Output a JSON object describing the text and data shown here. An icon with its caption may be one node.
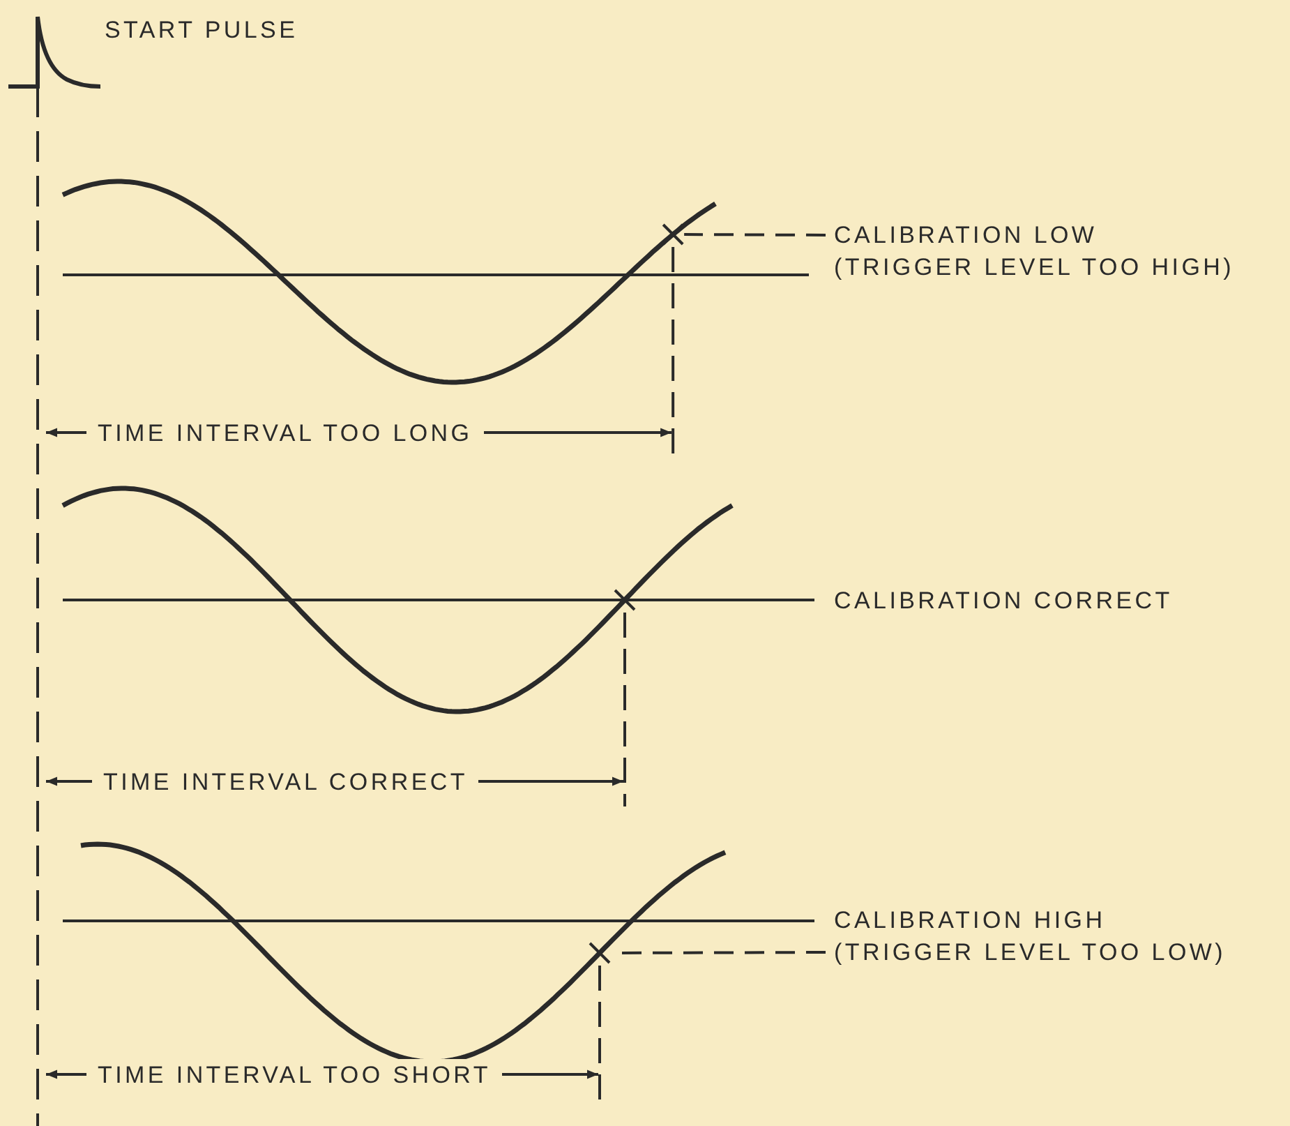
{
  "diagram": {
    "nodes": [
      {
        "text": [],
        "shape": "cross"
      },
      {
        "text": [
          "CALIBRATION LOW",
          "(TRIGGER LEVEL TOO HIGH)"
        ]
      },
      {
        "text": [],
        "shape": "cross"
      },
      {
        "text": [],
        "shape": "cross"
      },
      {
        "text": [
          "CALIBRATION HIGH",
          "(TRIGGER LEVEL TOO LOW)"
        ]
      }
    ],
    "edges": [
      {
        "from": 1,
        "to": 0,
        "arrow": "none",
        "style": "dashed"
      },
      {
        "from": 4,
        "to": 3,
        "arrow": "none",
        "style": "dashed"
      }
    ],
    "labels": [
      "START PULSE",
      "TIME INTERVAL TOO LONG",
      "CALIBRATION CORRECT",
      "TIME INTERVAL CORRECT",
      "TIME INTERVAL TOO SHORT"
    ]
  }
}
